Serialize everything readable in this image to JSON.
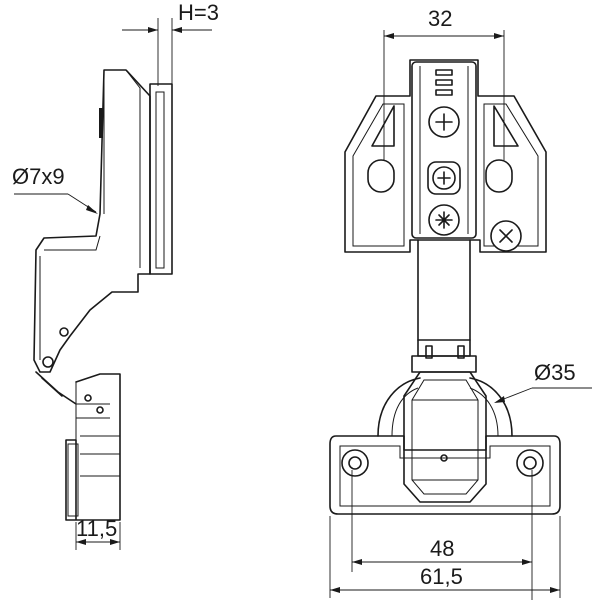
{
  "dimensions": {
    "hinge_offset": "H=3",
    "mounting_plate_distance": "32",
    "drill_hole": "Ø7x9",
    "cup_diameter": "Ø35",
    "side_depth": "11,5",
    "screw_spacing": "48",
    "overall_width": "61,5"
  }
}
